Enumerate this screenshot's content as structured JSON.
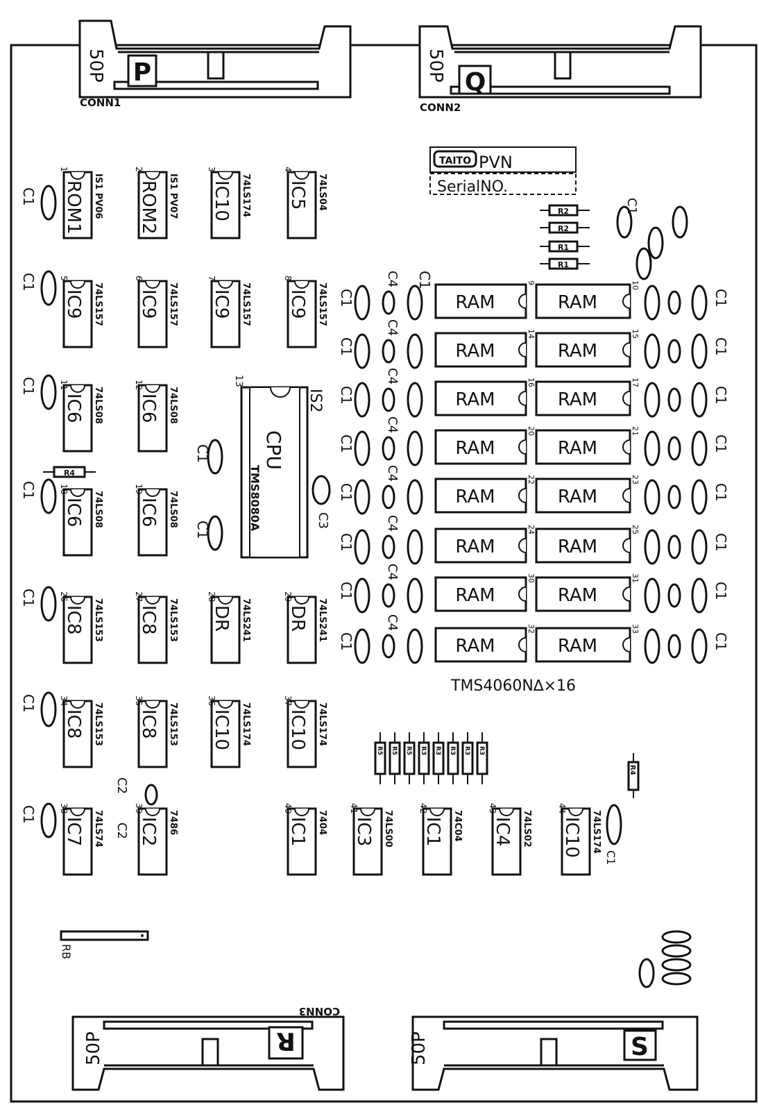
{
  "connectors": {
    "top_left": {
      "pins": "50P",
      "letter": "P",
      "label": "CONN1"
    },
    "top_right": {
      "pins": "50P",
      "letter": "Q",
      "label": "CONN2"
    },
    "bottom_left": {
      "pins": "50P",
      "letter": "R",
      "label": "CONN3"
    },
    "bottom_right": {
      "pins": "50P",
      "letter": "S",
      "label": ""
    }
  },
  "label_box": {
    "brand": "TAITO",
    "model": "PVN",
    "serial": "SerialNO."
  },
  "ram": {
    "label": "RAM",
    "caption": "TMS4060N∆×16"
  },
  "cpu": {
    "label": "CPU",
    "part": "TMS8080A",
    "socket": "IS2",
    "num": "13"
  },
  "capacitors": {
    "c1": "C1",
    "c2": "C2",
    "c3": "C3",
    "c4": "C4"
  },
  "resistors": {
    "r1": "R1",
    "r2": "R2",
    "r3": "R3",
    "r4": "R4",
    "r5": "R5",
    "rb": "RB"
  },
  "chips": [
    {
      "num": "1",
      "name": "ROM1",
      "part": "IS1 PV06"
    },
    {
      "num": "2",
      "name": "ROM2",
      "part": "IS1 PV07"
    },
    {
      "num": "3",
      "name": "IC10",
      "part": "74LS174"
    },
    {
      "num": "4",
      "name": "IC5",
      "part": "74LS04"
    },
    {
      "num": "5",
      "name": "IC9",
      "part": "74LS157"
    },
    {
      "num": "6",
      "name": "IC9",
      "part": "74LS157"
    },
    {
      "num": "7",
      "name": "IC9",
      "part": "74LS157"
    },
    {
      "num": "8",
      "name": "IC9",
      "part": "74LS157"
    },
    {
      "num": "11",
      "name": "IC6",
      "part": "74LS08"
    },
    {
      "num": "12",
      "name": "IC6",
      "part": "74LS08"
    },
    {
      "num": "18",
      "name": "IC6",
      "part": "74LS08"
    },
    {
      "num": "19",
      "name": "IC6",
      "part": "74LS08"
    },
    {
      "num": "26",
      "name": "IC8",
      "part": "74LS153"
    },
    {
      "num": "27",
      "name": "IC8",
      "part": "74LS153"
    },
    {
      "num": "28",
      "name": "DR",
      "part": "74LS241"
    },
    {
      "num": "29",
      "name": "DR",
      "part": "74LS241"
    },
    {
      "num": "34",
      "name": "IC8",
      "part": "74LS153"
    },
    {
      "num": "35",
      "name": "IC8",
      "part": "74LS153"
    },
    {
      "num": "36",
      "name": "IC10",
      "part": "74LS174"
    },
    {
      "num": "37",
      "name": "IC10",
      "part": "74LS174"
    },
    {
      "num": "38",
      "name": "IC7",
      "part": "74LS74"
    },
    {
      "num": "39",
      "name": "IC2",
      "part": "7486"
    },
    {
      "num": "40",
      "name": "IC1",
      "part": "7404"
    },
    {
      "num": "41",
      "name": "IC3",
      "part": "74LS00"
    },
    {
      "num": "42",
      "name": "IC1",
      "part": "74C04"
    },
    {
      "num": "43",
      "name": "IC4",
      "part": "74LS02"
    },
    {
      "num": "44",
      "name": "IC10",
      "part": "74LS174"
    }
  ],
  "ram_numbers": [
    "9",
    "10",
    "14",
    "15",
    "16",
    "17",
    "20",
    "21",
    "22",
    "23",
    "24",
    "25",
    "30",
    "31",
    "32",
    "33"
  ]
}
